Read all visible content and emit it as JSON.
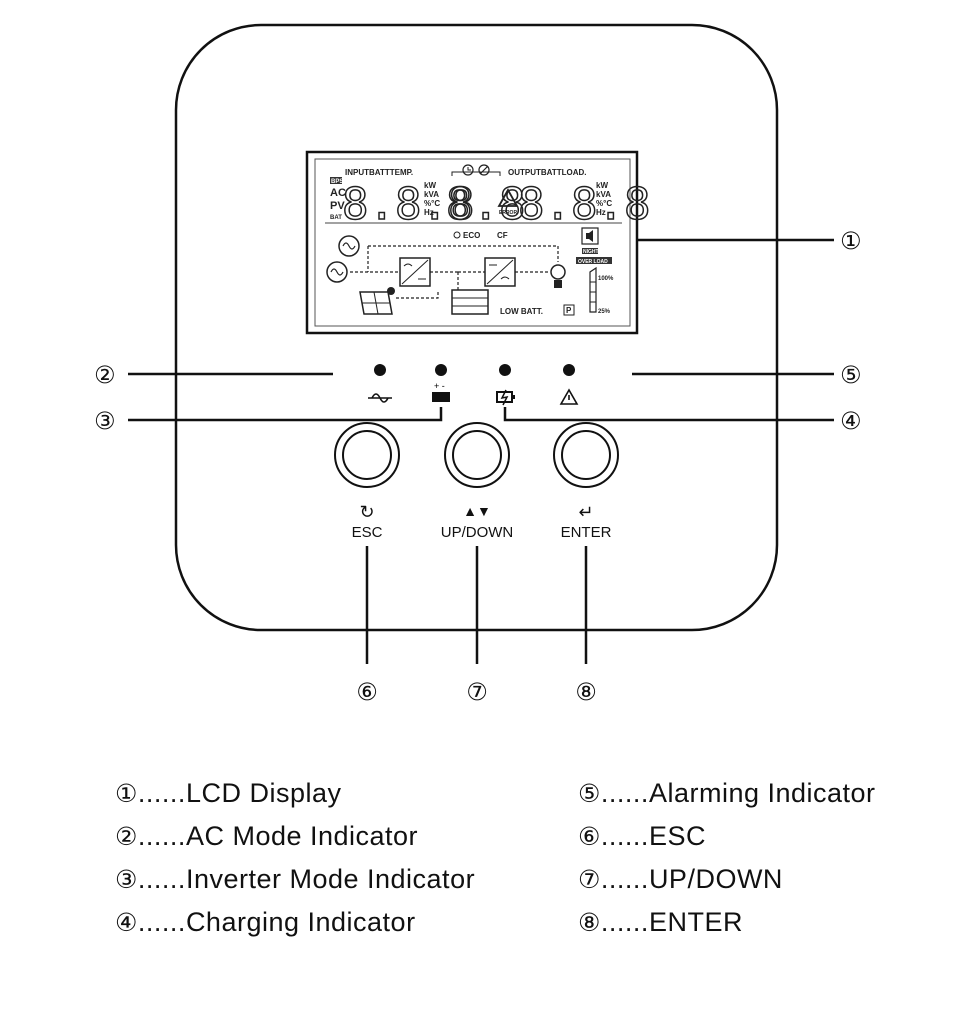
{
  "lcd": {
    "input_label": "INPUTBATTTEMP.",
    "output_label": "OUTPUTBATTLOAD.",
    "digits": "8.8.8",
    "digits_mid": "8.8",
    "left_side_labels": [
      "BPS",
      "AC",
      "PV",
      "BAT"
    ],
    "unit_labels": [
      "kW",
      "kVA",
      "%°C",
      "Hz"
    ],
    "error_label": "ERROR",
    "eco_label": "ECO",
    "cf_label": "CF",
    "low_batt_label": "LOW BATT.",
    "over_load_label": "OVER LOAD",
    "pct_100": "100%",
    "pct_25": "25%",
    "p_label": "P",
    "night_label": "NIGHT"
  },
  "callouts": [
    "①",
    "②",
    "③",
    "④",
    "⑤",
    "⑥",
    "⑦",
    "⑧"
  ],
  "buttons": {
    "esc": {
      "symbol": "↻",
      "label": "ESC"
    },
    "updown": {
      "symbol": "▲▼",
      "label": "UP/DOWN"
    },
    "enter": {
      "symbol": "↵",
      "label": "ENTER"
    }
  },
  "legend": {
    "left": [
      {
        "num": "①",
        "dots": "......",
        "text": "LCD Display"
      },
      {
        "num": "②",
        "dots": "......",
        "text": "AC Mode Indicator"
      },
      {
        "num": "③",
        "dots": "......",
        "text": "Inverter Mode Indicator"
      },
      {
        "num": "④",
        "dots": "......",
        "text": "Charging Indicator"
      }
    ],
    "right": [
      {
        "num": "⑤",
        "dots": "......",
        "text": "Alarming Indicator"
      },
      {
        "num": "⑥",
        "dots": "......",
        "text": "ESC"
      },
      {
        "num": "⑦",
        "dots": "......",
        "text": "UP/DOWN"
      },
      {
        "num": "⑧",
        "dots": "......",
        "text": "ENTER"
      }
    ]
  },
  "icons": {
    "ac_indicator": "sine-wave-icon",
    "inverter_indicator": "battery-icon",
    "charging_indicator": "charging-battery-icon",
    "alarm_indicator": "warning-triangle-icon"
  }
}
